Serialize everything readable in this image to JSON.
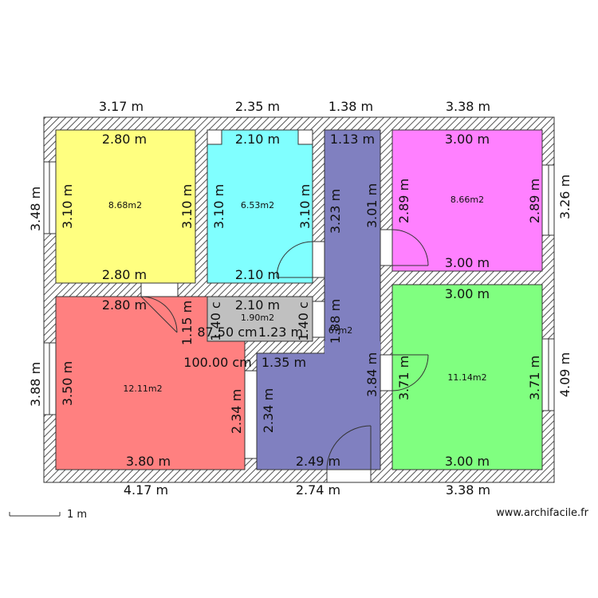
{
  "colors": {
    "room_yellow": "#ffff80",
    "room_cyan": "#80ffff",
    "room_magenta": "#ff80ff",
    "room_red": "#ff8080",
    "room_green": "#80ff80",
    "room_gray": "#c0c0c0",
    "corridor": "#8080c0",
    "wall": "#ffffff",
    "hatch": "#555555"
  },
  "outer_dims": {
    "top": [
      "3.17 m",
      "2.35 m",
      "1.38 m",
      "3.38 m"
    ],
    "bottom": [
      "4.17 m",
      "2.74 m",
      "3.38 m"
    ],
    "left": [
      "3.48 m",
      "3.88 m"
    ],
    "right": [
      "3.26 m",
      "4.09 m"
    ]
  },
  "rooms": {
    "yellow": {
      "area": "8.68m2",
      "top": "2.80 m",
      "bottom": "2.80 m",
      "left": "3.10 m",
      "right": "3.10 m"
    },
    "cyan": {
      "area": "6.53m2",
      "top": "2.10 m",
      "bottom": "2.10 m",
      "left": "3.10 m",
      "right": "3.10 m"
    },
    "magenta": {
      "area": "8.66m2",
      "top": "3.00 m",
      "bottom": "3.00 m",
      "left": "2.89 m",
      "right": "2.89 m"
    },
    "red": {
      "area": "12.11m2",
      "top": "2.80 m",
      "bottom": "3.80 m",
      "left": "3.50 m",
      "right": "2.34 m",
      "side": "1.15 m"
    },
    "green": {
      "area": "11.14m2",
      "top": "3.00 m",
      "bottom": "3.00 m",
      "left": "3.71 m",
      "right": "3.71 m"
    },
    "gray": {
      "area": "1.90m2",
      "top": "2.10 m",
      "left": "1.40 c",
      "right": "1.40 c",
      "bottom_a": "87.50 cm",
      "bottom_b": "1.23 m"
    },
    "corridor": {
      "area": "6?m2",
      "top": "1.13 m",
      "left_upper": "3.23 m",
      "right_upper": "3.01 m",
      "middle": "1.88 m",
      "left_lower": "2.34 m",
      "right_lower": "3.84 m",
      "bottom": "2.49 m"
    }
  },
  "inner_misc": {
    "hall_width": "100.00 cm",
    "hall_step": "1.35 m"
  },
  "scale": {
    "label": "1 m"
  },
  "brand": {
    "url": "www.archifacile.fr"
  }
}
